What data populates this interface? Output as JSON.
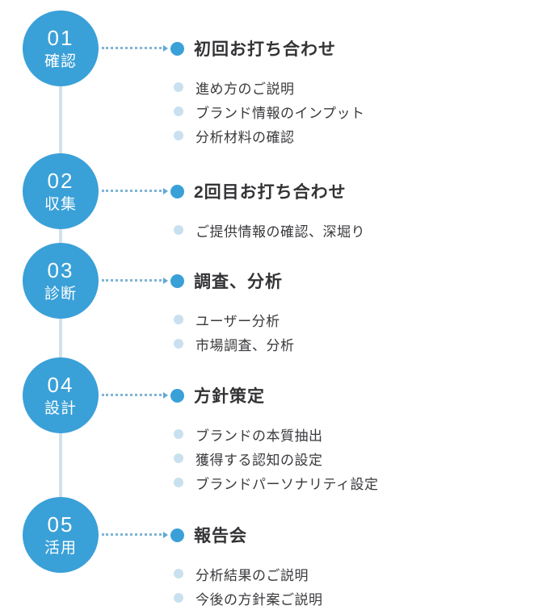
{
  "colors": {
    "accent_blue": "#3aa0d8",
    "pale_dot": "#c9e0ef",
    "timeline_line": "#cfe3ec",
    "connector_dots": "#7fb4d6",
    "title_text": "#333336",
    "item_text": "#3a3a3e",
    "circle_text": "#ffffff",
    "background": "#ffffff"
  },
  "steps": [
    {
      "number": "01",
      "tag": "確認",
      "title": "初回お打ち合わせ",
      "items": [
        "進め方のご説明",
        "ブランド情報のインプット",
        "分析材料の確認"
      ]
    },
    {
      "number": "02",
      "tag": "収集",
      "title": "2回目お打ち合わせ",
      "items": [
        "ご提供情報の確認、深堀り"
      ]
    },
    {
      "number": "03",
      "tag": "診断",
      "title": "調査、分析",
      "items": [
        "ユーザー分析",
        "市場調査、分析"
      ]
    },
    {
      "number": "04",
      "tag": "設計",
      "title": "方針策定",
      "items": [
        "ブランドの本質抽出",
        "獲得する認知の設定",
        "ブランドパーソナリティ設定"
      ]
    },
    {
      "number": "05",
      "tag": "活用",
      "title": "報告会",
      "items": [
        "分析結果のご説明",
        "今後の方針案ご説明"
      ]
    }
  ]
}
